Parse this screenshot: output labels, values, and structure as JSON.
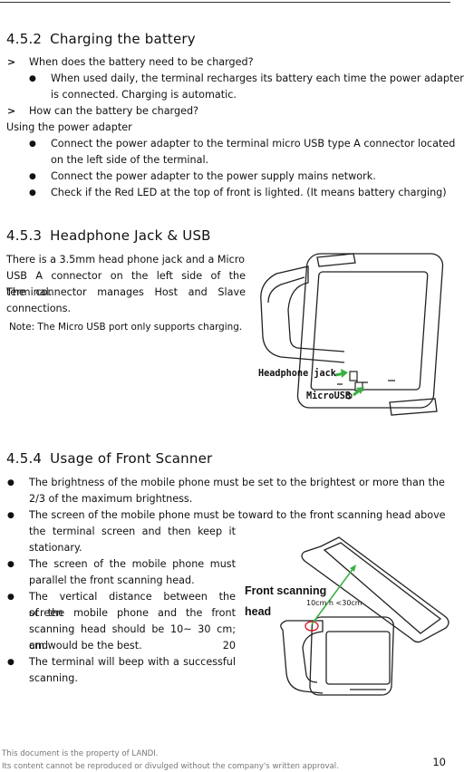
{
  "sections": {
    "charging": {
      "number": "4.5.2",
      "title": "Charging the battery",
      "q1": "When does the battery need to be charged?",
      "q1_bullet_line1": "When used daily, the terminal recharges its battery each time the power adapter",
      "q1_bullet_line2": "is connected. Charging is automatic.",
      "q2": "How can the battery be charged?",
      "using": "Using the power adapter",
      "b1_line1": "Connect the power adapter to the terminal micro USB type A connector located",
      "b1_line2": "on the left side of the terminal.",
      "b2": "Connect the power adapter to the power supply mains network.",
      "b3": "Check if the Red LED at the top of front is lighted. (It means battery charging)"
    },
    "headphone": {
      "number": "4.5.3",
      "title": "Headphone Jack & USB",
      "para_line1": "There is a 3.5mm head   phone jack and a Micro",
      "para_line2": "USB A connector on the left side of the terminal.",
      "para_line3": "The connector manages Host and Slave",
      "para_line4": "connections.",
      "note": "Note: The Micro USB port only supports charging.",
      "label_headphone": "Headphone jack",
      "label_usb": "MicroUSB"
    },
    "scanner": {
      "number": "4.5.4",
      "title": "Usage of Front Scanner",
      "b1_line1": "The brightness of the mobile phone must be set to the brightest or more than the",
      "b1_line2": "2/3 of the maximum brightness.",
      "b2_line1": "The screen of the mobile phone must be toward to the front scanning head above",
      "b2_line2": "the terminal screen and then keep it",
      "b2_line3": "stationary.",
      "b3_line1": "The screen of the mobile phone must",
      "b3_line2": "parallel the front scanning head.",
      "b4_line1": "The vertical distance between the screen",
      "b4_line2": "of the mobile phone and the front",
      "b4_line3": "scanning head should be 10~ 30 cm; and 20",
      "b4_line4": "cm would be the best.",
      "b5_line1": "The terminal will beep with a successful",
      "b5_line2": "scanning.",
      "label_front1": "Front scanning",
      "label_front2": "head",
      "label_distance": "10cm  h <30cm"
    }
  },
  "footer": {
    "line1": "This document is the property of LANDI.",
    "line2": "Its content cannot be reproduced or divulged without the company's written approval.",
    "page_number": "10"
  },
  "icons": {
    "arrow_marker": "arrowhead-glyph",
    "bullet_marker": "filled-circle"
  },
  "colors": {
    "text": "#111111",
    "footer": "#777777",
    "label_arrow": "#3cb043"
  }
}
